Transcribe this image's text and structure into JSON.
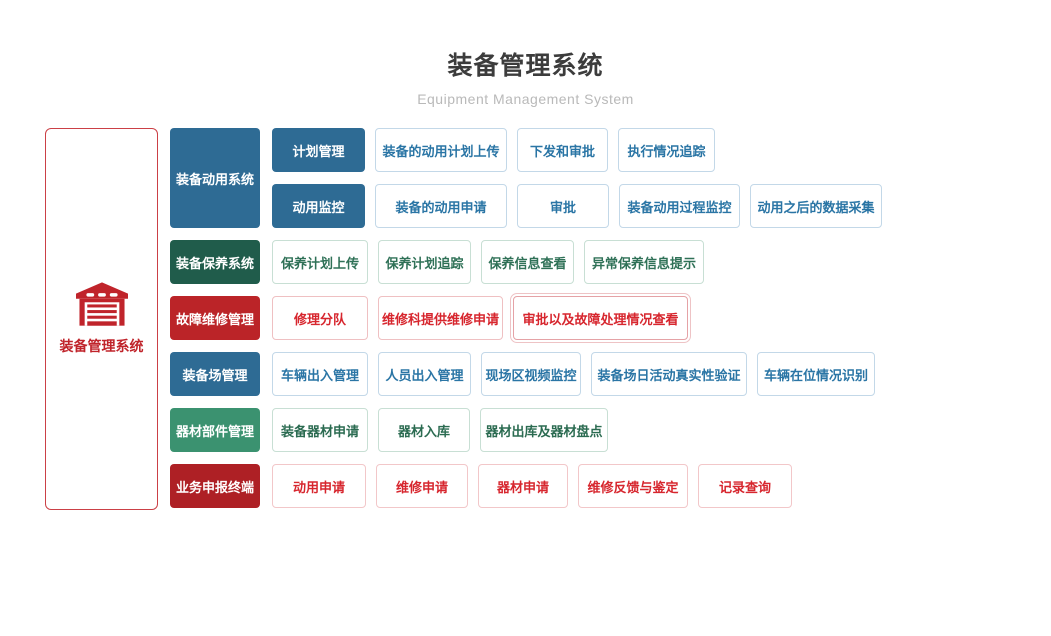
{
  "header": {
    "title": "装备管理系统",
    "subtitle": "Equipment Management System"
  },
  "root": {
    "label": "装备管理系统",
    "icon": "garage-icon"
  },
  "groups": [
    {
      "category": "装备动用系统",
      "theme": "blue",
      "subrows": [
        {
          "node": "计划管理",
          "items": [
            "装备的动用计划上传",
            "下发和审批",
            "执行情况追踪"
          ]
        },
        {
          "node": "动用监控",
          "items": [
            "装备的动用申请",
            "审批",
            "装备动用过程监控",
            "动用之后的数据采集"
          ]
        }
      ]
    },
    {
      "category": "装备保养系统",
      "theme": "darkgreen",
      "items": [
        "保养计划上传",
        "保养计划追踪",
        "保养信息查看",
        "异常保养信息提示"
      ]
    },
    {
      "category": "故障维修管理",
      "theme": "red",
      "items": [
        "修理分队",
        "维修科提供维修申请",
        "审批以及故障处理情况查看"
      ]
    },
    {
      "category": "装备场管理",
      "theme": "blue",
      "items": [
        "车辆出入管理",
        "人员出入管理",
        "现场区视频监控",
        "装备场日活动真实性验证",
        "车辆在位情况识别"
      ]
    },
    {
      "category": "器材部件管理",
      "theme": "green",
      "items": [
        "装备器材申请",
        "器材入库",
        "器材出库及器材盘点"
      ]
    },
    {
      "category": "业务申报终端",
      "theme": "darkred",
      "items": [
        "动用申请",
        "维修申请",
        "器材申请",
        "维修反馈与鉴定",
        "记录查询"
      ]
    }
  ],
  "colors": {
    "blue": "#2e6b94",
    "blue_item_text": "#2a75a5",
    "blue_item_border": "#c3d8e8",
    "dark_green": "#205c4b",
    "dark_green_item_text": "#2f7157",
    "green": "#3b9270",
    "green_item_text": "#2b6b51",
    "green_item_border": "#c8dfd4",
    "red": "#bb2428",
    "red_deep": "#c0242b",
    "red_item_text": "#d7262e",
    "red_item_border": "#efc0c2",
    "dark_red": "#ae2025",
    "dark_red_item_border": "#f2c7c9"
  }
}
